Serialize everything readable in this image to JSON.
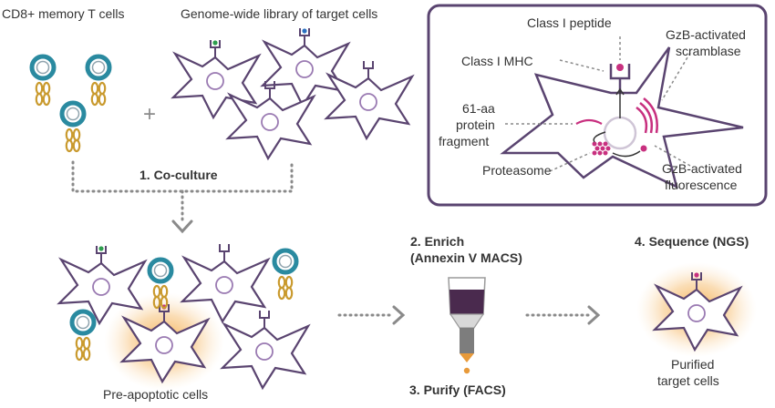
{
  "labels": {
    "memory_t_cells": "CD8+ memory T cells",
    "library": "Genome-wide library of target cells",
    "plus": "+",
    "co_culture": "1. Co-culture",
    "pre_apoptotic": "Pre-apoptotic cells",
    "enrich_line1": "2. Enrich",
    "enrich_line2": "(Annexin V MACS)",
    "purify": "3. Purify (FACS)",
    "sequence": "4. Sequence (NGS)",
    "purified_line1": "Purified",
    "purified_line2": "target cells"
  },
  "inset": {
    "class_i_peptide": "Class I peptide",
    "class_i_mhc": "Class I MHC",
    "scramblase_line1": "GzB-activated",
    "scramblase_line2": "scramblase",
    "fragment_line1": "61-aa",
    "fragment_line2": "protein",
    "fragment_line3": "fragment",
    "proteasome": "Proteasome",
    "fluorescence_line1": "GzB-activated",
    "fluorescence_line2": "fluorescence"
  },
  "colors": {
    "cell_outline": "#5a4470",
    "tcell_ring": "#2a8aa0",
    "receptor": "#c99a2e",
    "magenta": "#c8307f",
    "green_peptide": "#2e9e4e",
    "blue_peptide": "#2a6fc0",
    "glow": "#f2a23a",
    "arrow_dots": "#8a8a8a"
  }
}
